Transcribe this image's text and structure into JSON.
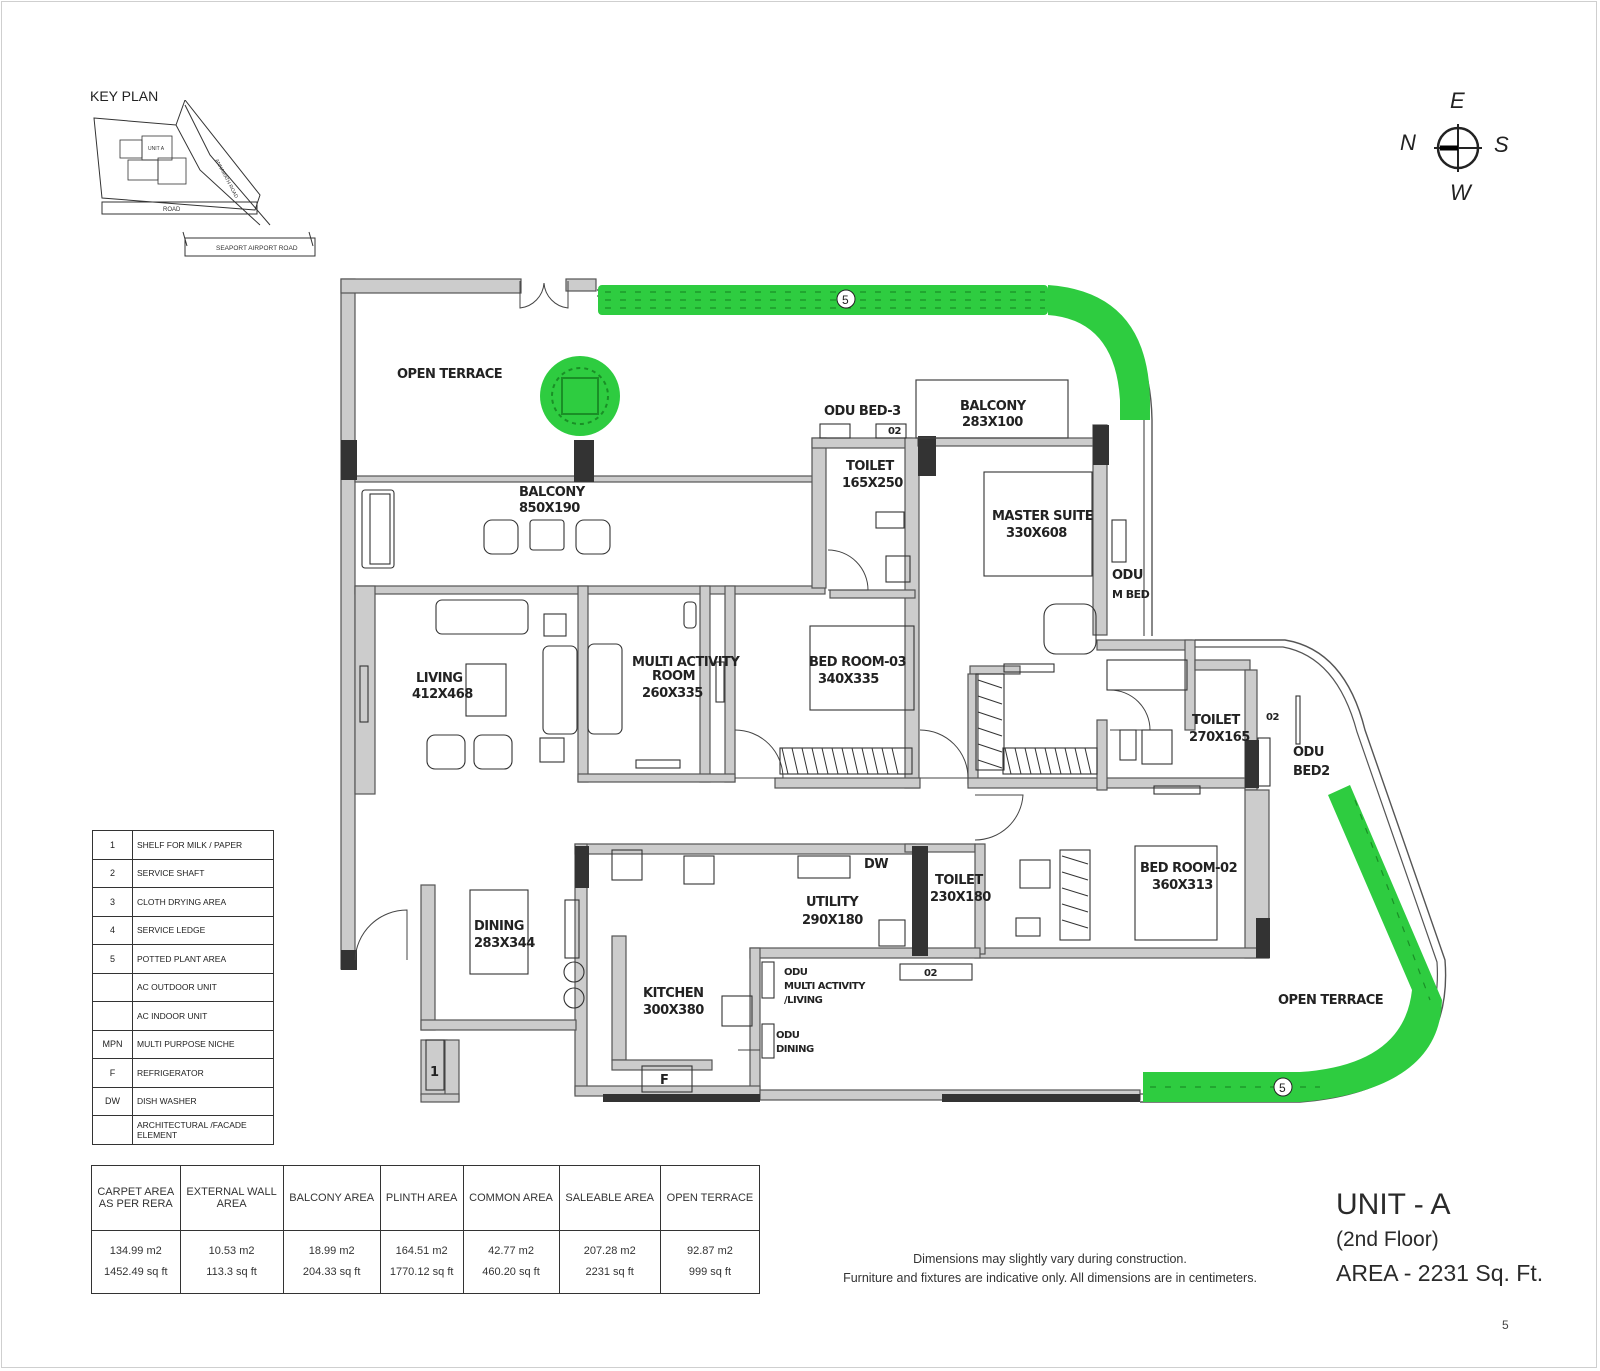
{
  "key_plan": {
    "title": "KEY PLAN",
    "unit_label": "UNIT A",
    "road_label": "ROAD",
    "side_road_label": "ANNAMATH ROAD",
    "highway_label": "SEAPORT AIRPORT ROAD"
  },
  "compass": {
    "north": "N",
    "east": "E",
    "south": "S",
    "west": "W"
  },
  "rooms": {
    "open_terrace_top": "OPEN TERRACE",
    "open_terrace_right": "OPEN TERRACE",
    "balcony_main": [
      "BALCONY",
      "850X190"
    ],
    "balcony_master": [
      "BALCONY",
      "283X100"
    ],
    "odu_bed3": "ODU BED-3",
    "odu_mbed": [
      "ODU",
      "M BED"
    ],
    "odu_bed2": [
      "ODU",
      "BED2"
    ],
    "toilet_1": [
      "TOILET",
      "165X250"
    ],
    "toilet_2": [
      "TOILET",
      "270X165"
    ],
    "toilet_3": [
      "TOILET",
      "230X180"
    ],
    "master_suite": [
      "MASTER SUITE",
      "330X608"
    ],
    "bed_room_03": [
      "BED ROOM-03",
      "340X335"
    ],
    "bed_room_02": [
      "BED ROOM-02",
      "360X313"
    ],
    "living": [
      "LIVING",
      "412X468"
    ],
    "multi_activity": [
      "MULTI ACTIVITY",
      "ROOM",
      "260X335"
    ],
    "dining": [
      "DINING",
      "283X344"
    ],
    "kitchen": [
      "KITCHEN",
      "300X380"
    ],
    "utility": [
      "UTILITY",
      "290X180"
    ],
    "odu_multi": [
      "ODU",
      "MULTI ACTIVITY",
      "/LIVING"
    ],
    "odu_dining": [
      "ODU",
      "DINING"
    ],
    "dw": "DW",
    "fridge": "F",
    "shelf_no": "1",
    "shaft_02a": "02",
    "shaft_02b": "02",
    "shaft_02c": "02",
    "plant_no": "5"
  },
  "legend": [
    {
      "symbol": "1",
      "label": "SHELF FOR MILK / PAPER"
    },
    {
      "symbol": "2",
      "label": "SERVICE SHAFT"
    },
    {
      "symbol": "3",
      "label": "CLOTH DRYING AREA"
    },
    {
      "symbol": "4",
      "label": "SERVICE LEDGE"
    },
    {
      "symbol": "5",
      "label": "POTTED PLANT AREA"
    },
    {
      "symbol": "",
      "label": "AC OUTDOOR UNIT"
    },
    {
      "symbol": "",
      "label": "AC INDOOR UNIT"
    },
    {
      "symbol": "MPN",
      "label": "MULTI PURPOSE NICHE"
    },
    {
      "symbol": "F",
      "label": "REFRIGERATOR"
    },
    {
      "symbol": "DW",
      "label": "DISH WASHER"
    },
    {
      "symbol": "",
      "label": "ARCHITECTURAL /FACADE ELEMENT"
    }
  ],
  "area_table": {
    "headers": [
      [
        "CARPET AREA",
        "AS PER RERA"
      ],
      [
        "EXTERNAL WALL",
        "AREA"
      ],
      [
        "BALCONY AREA"
      ],
      [
        "PLINTH AREA"
      ],
      [
        "COMMON AREA"
      ],
      [
        "SALEABLE  AREA"
      ],
      [
        "OPEN TERRACE"
      ]
    ],
    "values": [
      [
        "134.99 m2",
        "1452.49 sq ft"
      ],
      [
        "10.53 m2",
        "113.3 sq ft"
      ],
      [
        "18.99 m2",
        "204.33 sq ft"
      ],
      [
        "164.51 m2",
        "1770.12 sq ft"
      ],
      [
        "42.77 m2",
        "460.20 sq ft"
      ],
      [
        "207.28 m2",
        "2231 sq ft"
      ],
      [
        "92.87 m2",
        "999 sq ft"
      ]
    ]
  },
  "disclaimer": [
    "Dimensions may slightly vary during construction.",
    "Furniture and fixtures are indicative only. All dimensions are in centimeters."
  ],
  "unit": {
    "title": "UNIT - A",
    "floor": "(2nd Floor)",
    "area": "AREA - 2231 Sq. Ft."
  },
  "page_number": "5",
  "colors": {
    "wall": "#cccccc",
    "wall_stroke": "#555555",
    "column": "#333333",
    "plant": "#2ecc40",
    "plant_dark": "#1a8f26"
  }
}
